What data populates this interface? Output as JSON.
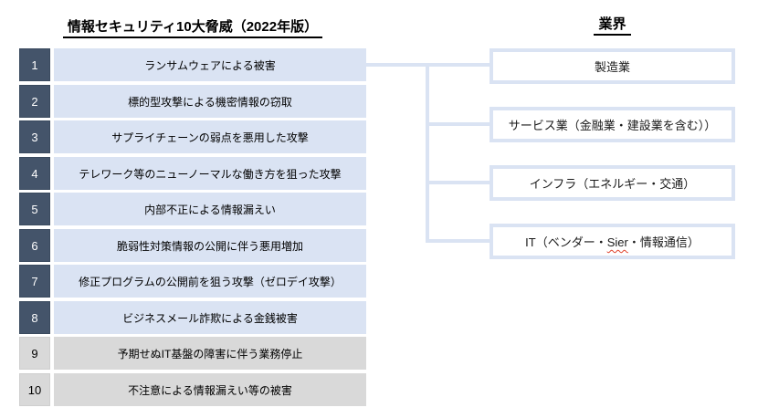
{
  "diagram": {
    "left": {
      "title": "情報セキュリティ10大脅威（2022年版）",
      "threats": [
        {
          "rank": "1",
          "label": "ランサムウェアによる被害"
        },
        {
          "rank": "2",
          "label": "標的型攻撃による機密情報の窃取"
        },
        {
          "rank": "3",
          "label": "サプライチェーンの弱点を悪用した攻撃"
        },
        {
          "rank": "4",
          "label": "テレワーク等のニューノーマルな働き方を狙った攻撃"
        },
        {
          "rank": "5",
          "label": "内部不正による情報漏えい"
        },
        {
          "rank": "6",
          "label": "脆弱性対策情報の公開に伴う悪用増加"
        },
        {
          "rank": "7",
          "label": "修正プログラムの公開前を狙う攻撃（ゼロデイ攻撃）"
        },
        {
          "rank": "8",
          "label": "ビジネスメール詐欺による金銭被害"
        },
        {
          "rank": "9",
          "label": "予期せぬIT基盤の障害に伴う業務停止"
        },
        {
          "rank": "10",
          "label": "不注意による情報漏えい等の被害"
        }
      ]
    },
    "right": {
      "title": "業界",
      "industries": [
        {
          "label": "製造業"
        },
        {
          "label": "サービス業（金融業・建設業を含む））"
        },
        {
          "label": "インフラ（エネルギー・交通）"
        },
        {
          "label_parts": {
            "before": "IT（ベンダー・",
            "misspelled": "Sier",
            "after": "・情報通信）"
          }
        }
      ]
    },
    "colors": {
      "rank_navy": "#44546A",
      "threat_light_blue": "#DAE3F3",
      "neutral_gray": "#D9D9D9",
      "connector_blue": "#DAE3F3",
      "spellcheck_red": "#E0432D",
      "title_black": "#000000",
      "rank_text_white": "#FFFFFF"
    }
  }
}
